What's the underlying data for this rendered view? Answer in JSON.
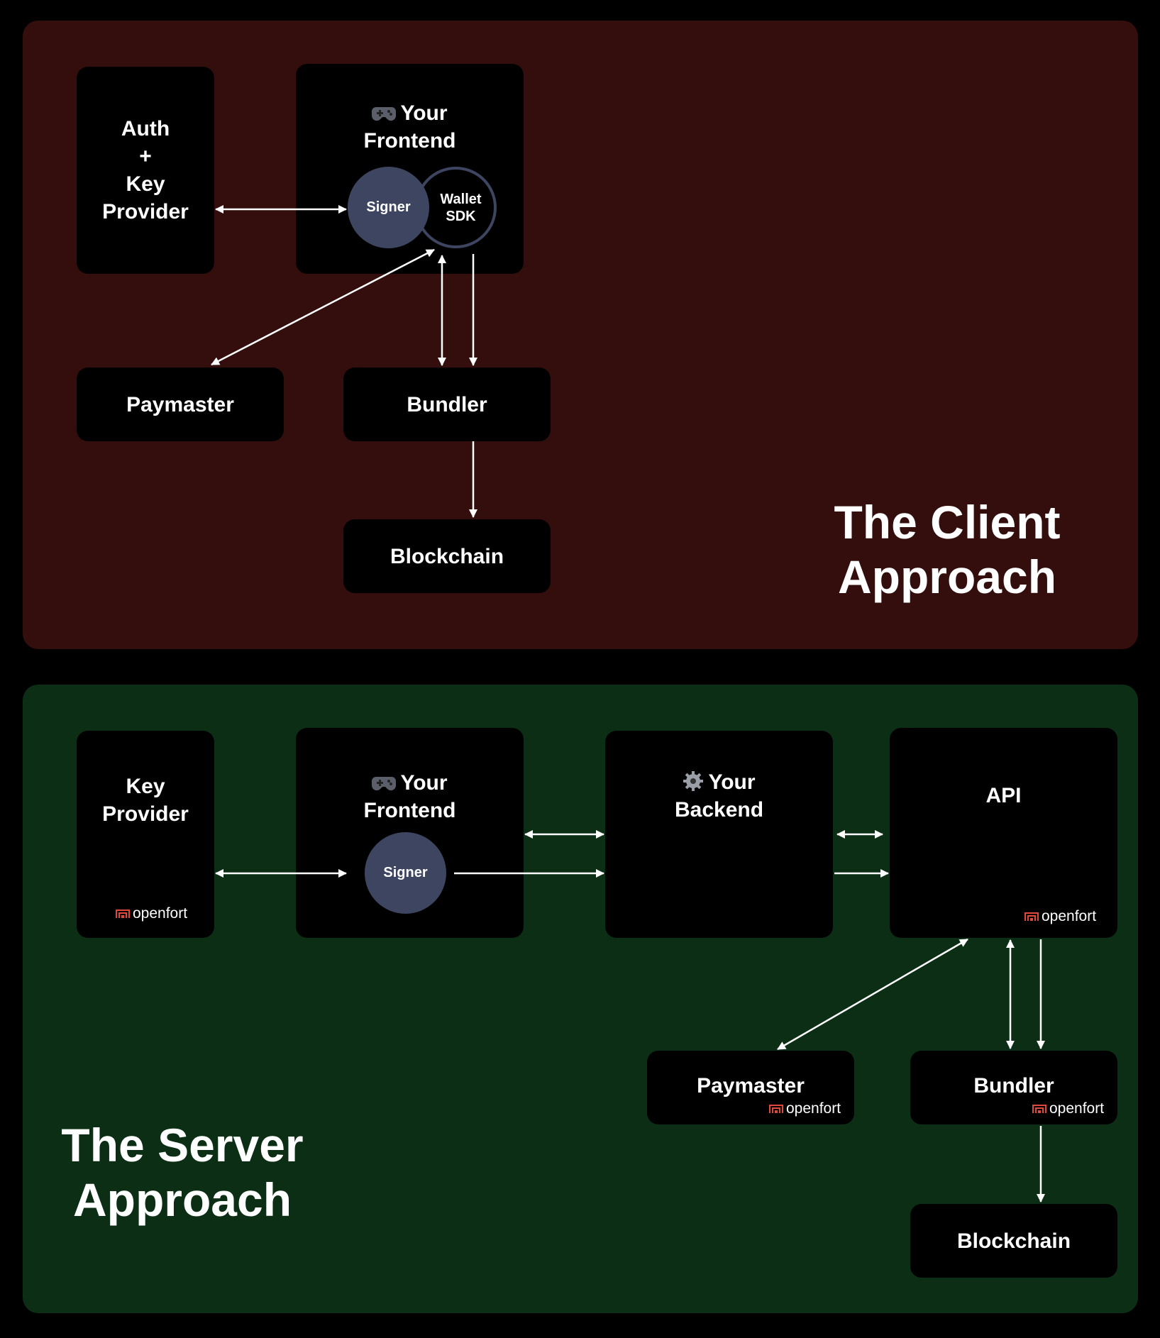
{
  "client": {
    "title_line1": "The Client",
    "title_line2": "Approach",
    "auth_box": {
      "line1": "Auth",
      "line2": "+",
      "line3": "Key",
      "line4": "Provider"
    },
    "frontend": {
      "line1": "Your",
      "line2": "Frontend",
      "icon": "gamepad-icon"
    },
    "signer": "Signer",
    "wallet_sdk": {
      "line1": "Wallet",
      "line2": "SDK"
    },
    "paymaster": "Paymaster",
    "bundler": "Bundler",
    "blockchain": "Blockchain"
  },
  "server": {
    "title_line1": "The Server",
    "title_line2": "Approach",
    "key_provider": {
      "line1": "Key",
      "line2": "Provider"
    },
    "frontend": {
      "line1": "Your",
      "line2": "Frontend",
      "icon": "gamepad-icon"
    },
    "signer": "Signer",
    "backend": {
      "line1": "Your",
      "line2": "Backend",
      "icon": "gear-icon"
    },
    "api": "API",
    "paymaster": "Paymaster",
    "bundler": "Bundler",
    "blockchain": "Blockchain",
    "brand": "openfort"
  },
  "colors": {
    "client_panel": "#330e0c",
    "server_panel": "#0b2e15",
    "signer_fill": "#3d4560",
    "brand_logo": "#e0483a"
  }
}
